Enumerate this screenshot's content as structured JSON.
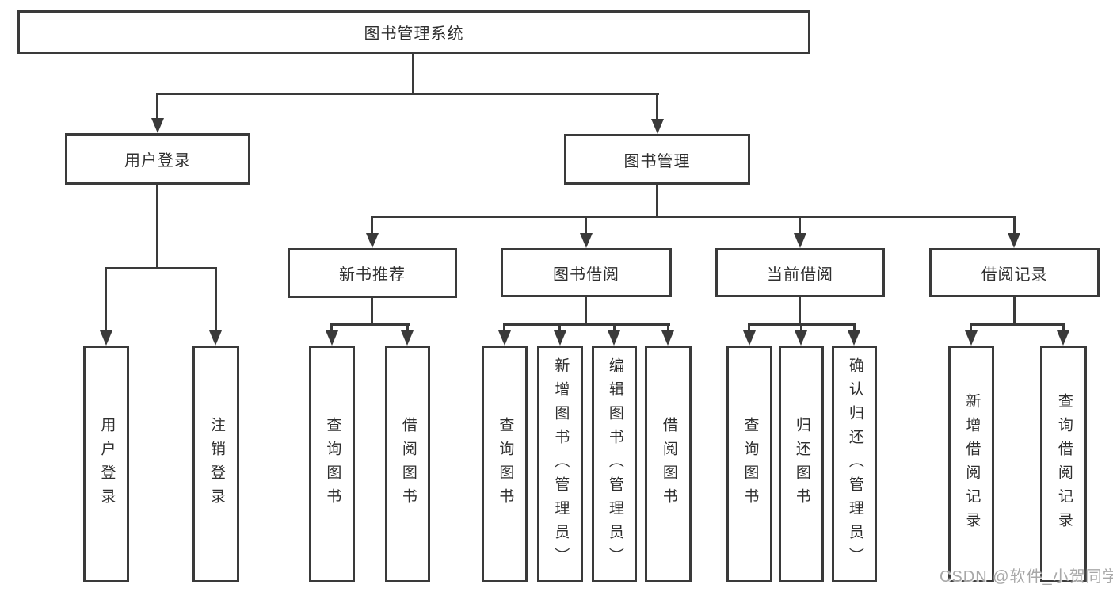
{
  "diagram": {
    "root": {
      "label": "图书管理系统"
    },
    "branches": [
      {
        "label": "用户登录",
        "children": [
          {
            "label": "用户登录"
          },
          {
            "label": "注销登录"
          }
        ]
      },
      {
        "label": "图书管理",
        "children": [
          {
            "label": "新书推荐",
            "children": [
              {
                "label": "查询图书"
              },
              {
                "label": "借阅图书"
              }
            ]
          },
          {
            "label": "图书借阅",
            "children": [
              {
                "label": "查询图书"
              },
              {
                "label": "新增图书（管理员）"
              },
              {
                "label": "编辑图书（管理员）"
              },
              {
                "label": "借阅图书"
              }
            ]
          },
          {
            "label": "当前借阅",
            "children": [
              {
                "label": "查询图书"
              },
              {
                "label": "归还图书"
              },
              {
                "label": "确认归还（管理员）"
              }
            ]
          },
          {
            "label": "借阅记录",
            "children": [
              {
                "label": "新增借阅记录"
              },
              {
                "label": "查询借阅记录"
              }
            ]
          }
        ]
      }
    ],
    "watermark": "CSDN @软件_小贺同学",
    "colors": {
      "line": "#3a3a3a",
      "box_border": "#3a3a3a",
      "text": "#2f2f2f",
      "watermark": "#a8a8a8"
    }
  }
}
